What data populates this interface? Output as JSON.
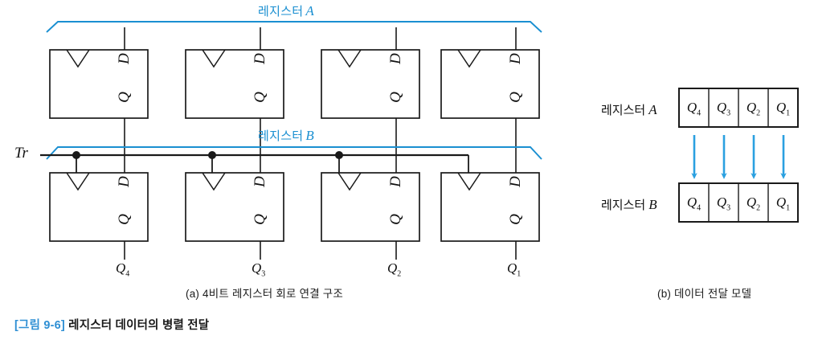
{
  "figure": {
    "caption_tag": "[그림 9-6]",
    "caption_text": "레지스터 데이터의 병렬 전달",
    "accent_blue": "#1a8fd1",
    "wire_black": "#1a1a1a"
  },
  "panel_a": {
    "sub_caption": "(a) 4비트 레지스터 회로 연결 구조",
    "register_a_label": "레지스터",
    "register_a_name": "A",
    "register_b_label": "레지스터",
    "register_b_name": "B",
    "trigger_label": "Tr",
    "flipflop_d_label": "D",
    "flipflop_q_label": "Q",
    "top_row": [
      {
        "d": "D",
        "q": "Q"
      },
      {
        "d": "D",
        "q": "Q"
      },
      {
        "d": "D",
        "q": "Q"
      },
      {
        "d": "D",
        "q": "Q"
      }
    ],
    "bottom_row": [
      {
        "d": "D",
        "q": "Q"
      },
      {
        "d": "D",
        "q": "Q"
      },
      {
        "d": "D",
        "q": "Q"
      },
      {
        "d": "D",
        "q": "Q"
      }
    ],
    "outputs": [
      {
        "base": "Q",
        "sub": "4"
      },
      {
        "base": "Q",
        "sub": "3"
      },
      {
        "base": "Q",
        "sub": "2"
      },
      {
        "base": "Q",
        "sub": "1"
      }
    ]
  },
  "panel_b": {
    "sub_caption": "(b) 데이터 전달 모델",
    "register_a": {
      "label": "레지스터",
      "name": "A",
      "cells": [
        {
          "base": "Q",
          "sub": "4"
        },
        {
          "base": "Q",
          "sub": "3"
        },
        {
          "base": "Q",
          "sub": "2"
        },
        {
          "base": "Q",
          "sub": "1"
        }
      ]
    },
    "register_b": {
      "label": "레지스터",
      "name": "B",
      "cells": [
        {
          "base": "Q",
          "sub": "4"
        },
        {
          "base": "Q",
          "sub": "3"
        },
        {
          "base": "Q",
          "sub": "2"
        },
        {
          "base": "Q",
          "sub": "1"
        }
      ]
    },
    "arrow_count": 4,
    "arrow_color": "#2aa0e0"
  }
}
